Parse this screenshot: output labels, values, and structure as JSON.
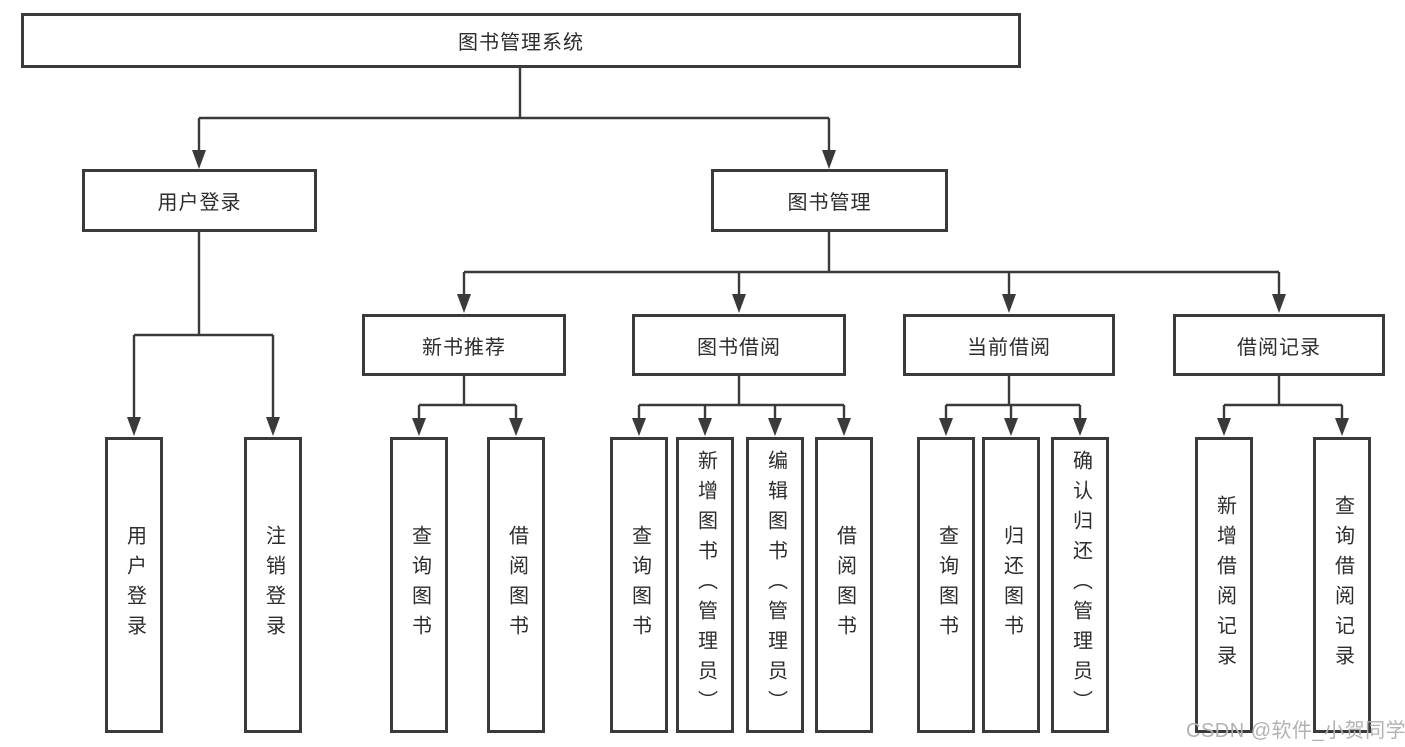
{
  "tree": {
    "root": "图书管理系统",
    "branches": [
      {
        "label": "用户登录",
        "children": [
          "用户登录",
          "注销登录"
        ]
      },
      {
        "label": "图书管理",
        "groups": [
          {
            "label": "新书推荐",
            "children": [
              "查询图书",
              "借阅图书"
            ]
          },
          {
            "label": "图书借阅",
            "children": [
              "查询图书",
              "新增图书（管理员）",
              "编辑图书（管理员）",
              "借阅图书"
            ]
          },
          {
            "label": "当前借阅",
            "children": [
              "查询图书",
              "归还图书",
              "确认归还（管理员）"
            ]
          },
          {
            "label": "借阅记录",
            "children": [
              "新增借阅记录",
              "查询借阅记录"
            ]
          }
        ]
      }
    ]
  },
  "watermark": "CSDN @软件_小贺同学",
  "colors": {
    "line": "#3a3a3a",
    "text": "#2d2d2d",
    "watermark": "#b2b2b2",
    "background": "#ffffff"
  }
}
